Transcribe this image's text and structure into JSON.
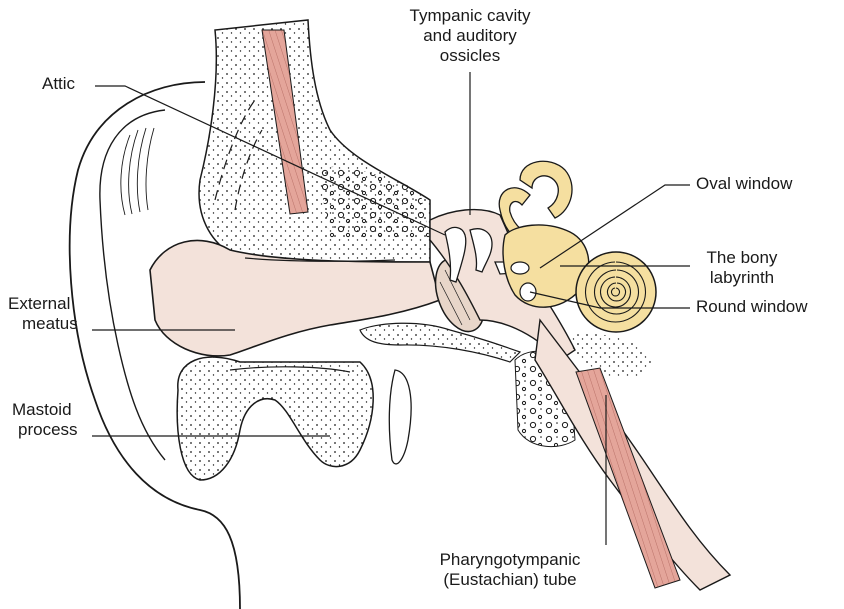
{
  "colors": {
    "soft_tissue": "#f3e2da",
    "bony_labyrinth": "#f5dfa0",
    "muscle": "#e4a59a",
    "outline": "#1a1a1a",
    "background": "#ffffff"
  },
  "labels": {
    "tympanic": {
      "line1": "Tympanic cavity",
      "line2": "and auditory",
      "line3": "ossicles"
    },
    "attic": {
      "line1": "Attic"
    },
    "oval_window": {
      "line1": "Oval window"
    },
    "bony_labyrinth": {
      "line1": "The bony",
      "line2": "labyrinth"
    },
    "round_window": {
      "line1": "Round window"
    },
    "external_meatus": {
      "line1": "External",
      "line2": "meatus"
    },
    "mastoid": {
      "line1": "Mastoid",
      "line2": "process"
    },
    "eustachian": {
      "line1": "Pharyngotympanic",
      "line2": "(Eustachian) tube"
    }
  }
}
